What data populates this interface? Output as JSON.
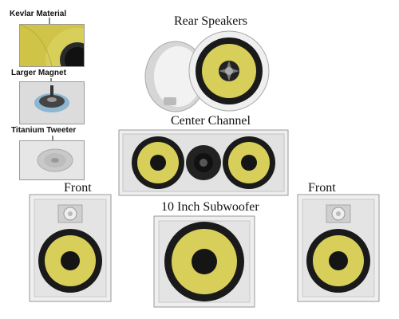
{
  "insets": {
    "kevlar_label": "Kevlar Material",
    "magnet_label": "Larger Magnet",
    "tweeter_label": "Titanium Tweeter"
  },
  "captions": {
    "rear": "Rear Speakers",
    "center": "Center Channel",
    "front_left": "Front",
    "sub": "10 Inch Subwoofer",
    "front_right": "Front"
  },
  "colors": {
    "cone_yellow": "#d8cf5a",
    "frame_white": "#efefef",
    "surround_black": "#1a1a1a"
  }
}
